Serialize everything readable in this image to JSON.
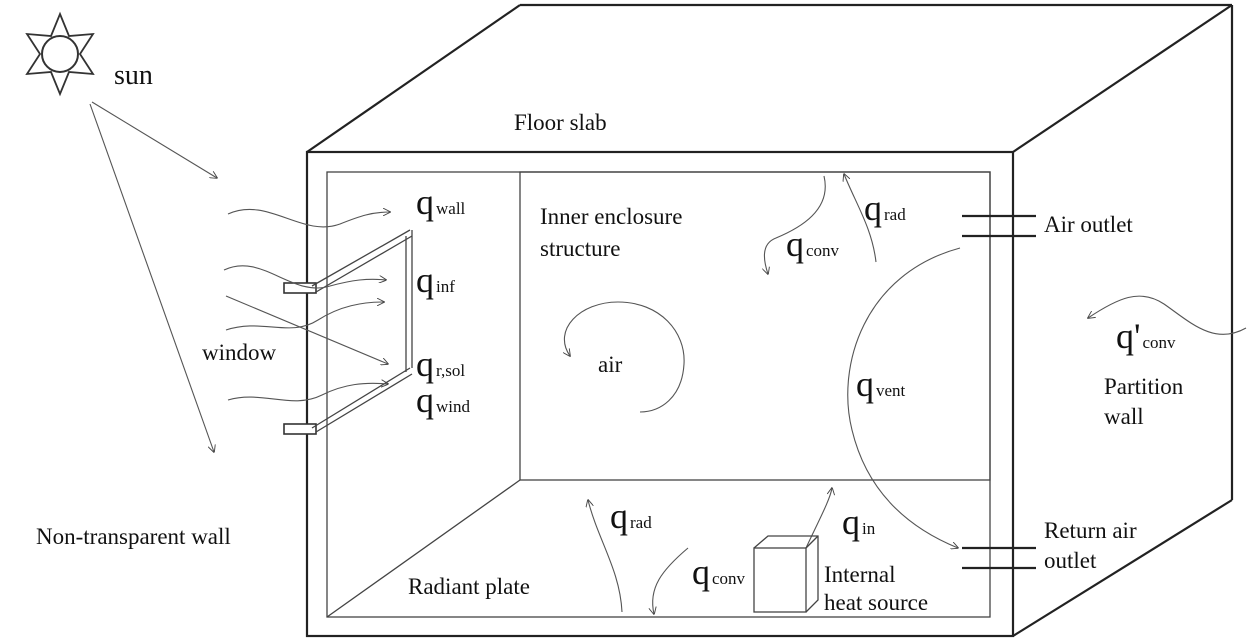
{
  "labels": {
    "sun": "sun",
    "floor_slab": "Floor slab",
    "inner_enclosure_line1": "Inner enclosure",
    "inner_enclosure_line2": "structure",
    "window": "window",
    "air": "air",
    "air_outlet": "Air outlet",
    "partition_line1": "Partition",
    "partition_line2": "wall",
    "non_transparent_wall": "Non-transparent wall",
    "radiant_plate": "Radiant plate",
    "internal_heat_line1": "Internal",
    "internal_heat_line2": "heat source",
    "return_air_line1": "Return air",
    "return_air_line2": "outlet"
  },
  "symbols": {
    "q": "q",
    "q_prime": "q'",
    "wall": "wall",
    "inf": "inf",
    "r_sol": "r,sol",
    "wind": "wind",
    "rad": "rad",
    "conv": "conv",
    "vent": "vent",
    "in": "in"
  },
  "colors": {
    "line": "#222222",
    "background": "#ffffff"
  }
}
